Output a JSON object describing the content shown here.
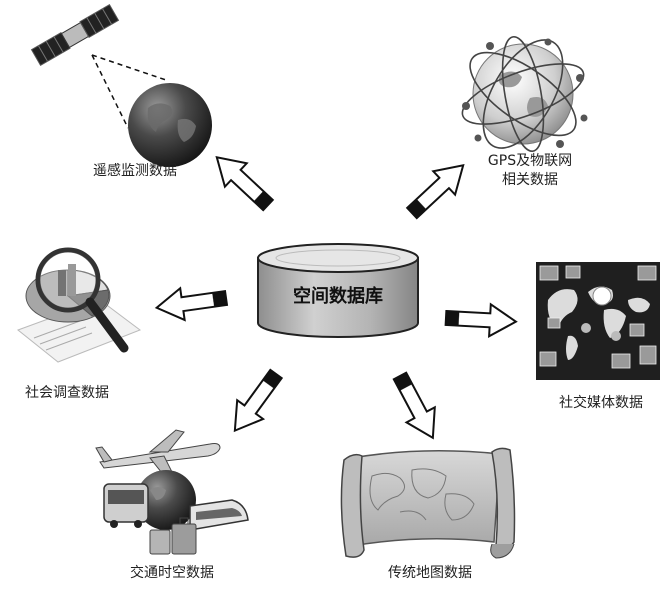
{
  "center": {
    "label": "空间数据库"
  },
  "sources": {
    "remote_sensing": {
      "label": "遥感监测数据"
    },
    "gps_iot": {
      "line1": "GPS及物联网",
      "line2": "相关数据"
    },
    "survey": {
      "label": "社会调查数据"
    },
    "social_media": {
      "label": "社交媒体数据"
    },
    "transport": {
      "label": "交通时空数据"
    },
    "traditional_map": {
      "label": "传统地图数据"
    }
  }
}
